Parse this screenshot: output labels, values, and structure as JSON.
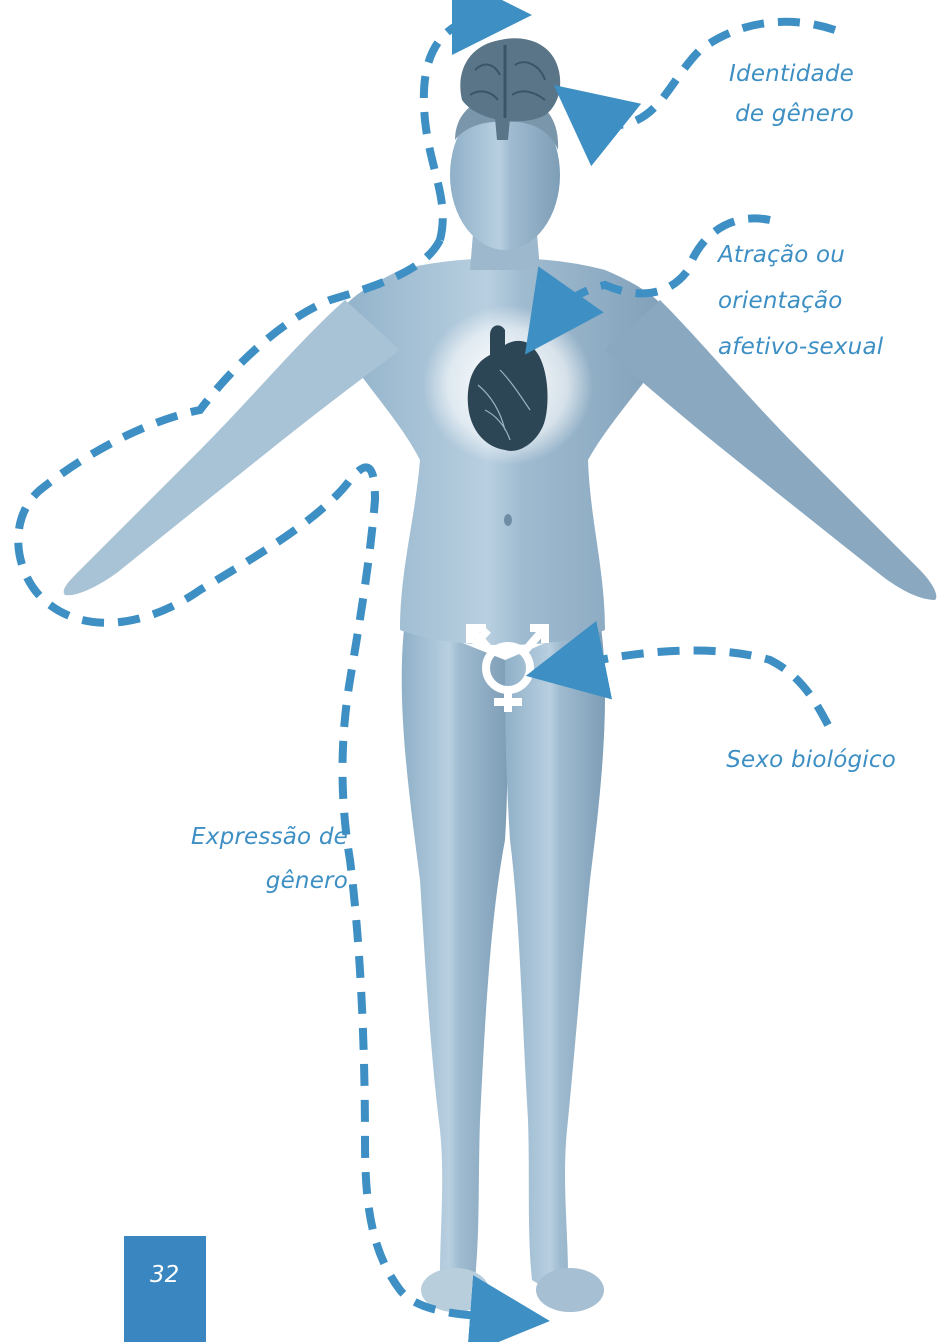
{
  "labels": {
    "gender_identity": [
      "Identidade",
      "de gênero"
    ],
    "attraction": [
      "Atração ou",
      "orientação",
      "afetivo-sexual"
    ],
    "biological_sex": "Sexo biológico",
    "gender_expression": [
      "Expressão de",
      "gênero"
    ]
  },
  "page_number": "32",
  "colors": {
    "accent": "#3d8fc4",
    "page_box": "#3a86c0",
    "body_light": "#bcd1e0",
    "body_dark": "#7d9cb4",
    "symbol": "#ffffff"
  },
  "icons": [
    "brain-icon",
    "heart-icon",
    "transgender-symbol-icon"
  ]
}
